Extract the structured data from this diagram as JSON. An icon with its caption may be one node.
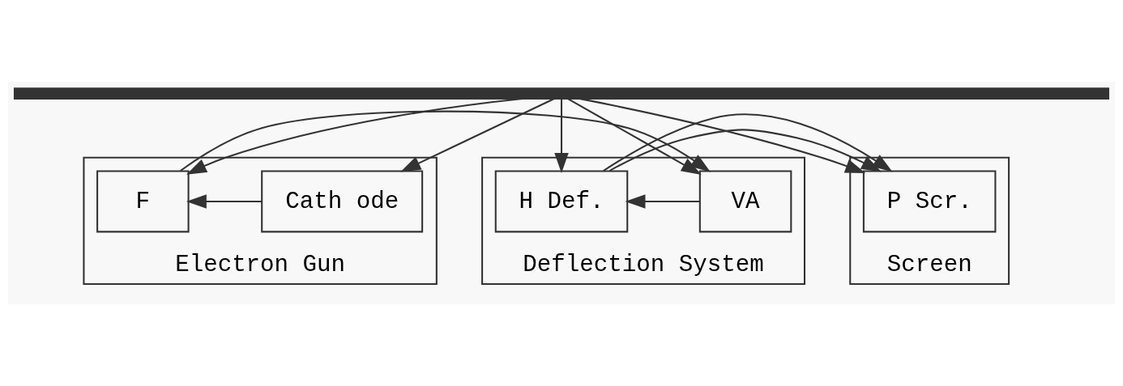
{
  "diagram": {
    "nodes": [
      {
        "text": [
          "Electron Gun"
        ]
      },
      {
        "text": [
          "Cath ode"
        ],
        "in": 0
      },
      {
        "text": [
          "F"
        ],
        "in": 0
      },
      {
        "text": [
          "Deflection System"
        ]
      },
      {
        "text": [
          "VA"
        ],
        "in": 3
      },
      {
        "text": [
          "H Def."
        ],
        "in": 3
      },
      {
        "text": [
          "Screen"
        ]
      },
      {
        "text": [
          "P Scr."
        ],
        "in": 6
      },
      {
        "text": [],
        "shape": "bar"
      }
    ],
    "edges": [
      {
        "from": 8,
        "to": 1,
        "arrow": "to"
      },
      {
        "from": 8,
        "to": 2,
        "arrow": "to"
      },
      {
        "from": 8,
        "to": 4,
        "arrow": "to"
      },
      {
        "from": 8,
        "to": 5,
        "arrow": "to"
      },
      {
        "from": 8,
        "to": 7,
        "arrow": "to"
      },
      {
        "from": 1,
        "to": 2,
        "arrow": "to"
      },
      {
        "from": 2,
        "to": 4,
        "arrow": "to"
      },
      {
        "from": 4,
        "to": 5,
        "arrow": "to"
      },
      {
        "from": 5,
        "to": 7,
        "arrow": "to"
      }
    ]
  }
}
